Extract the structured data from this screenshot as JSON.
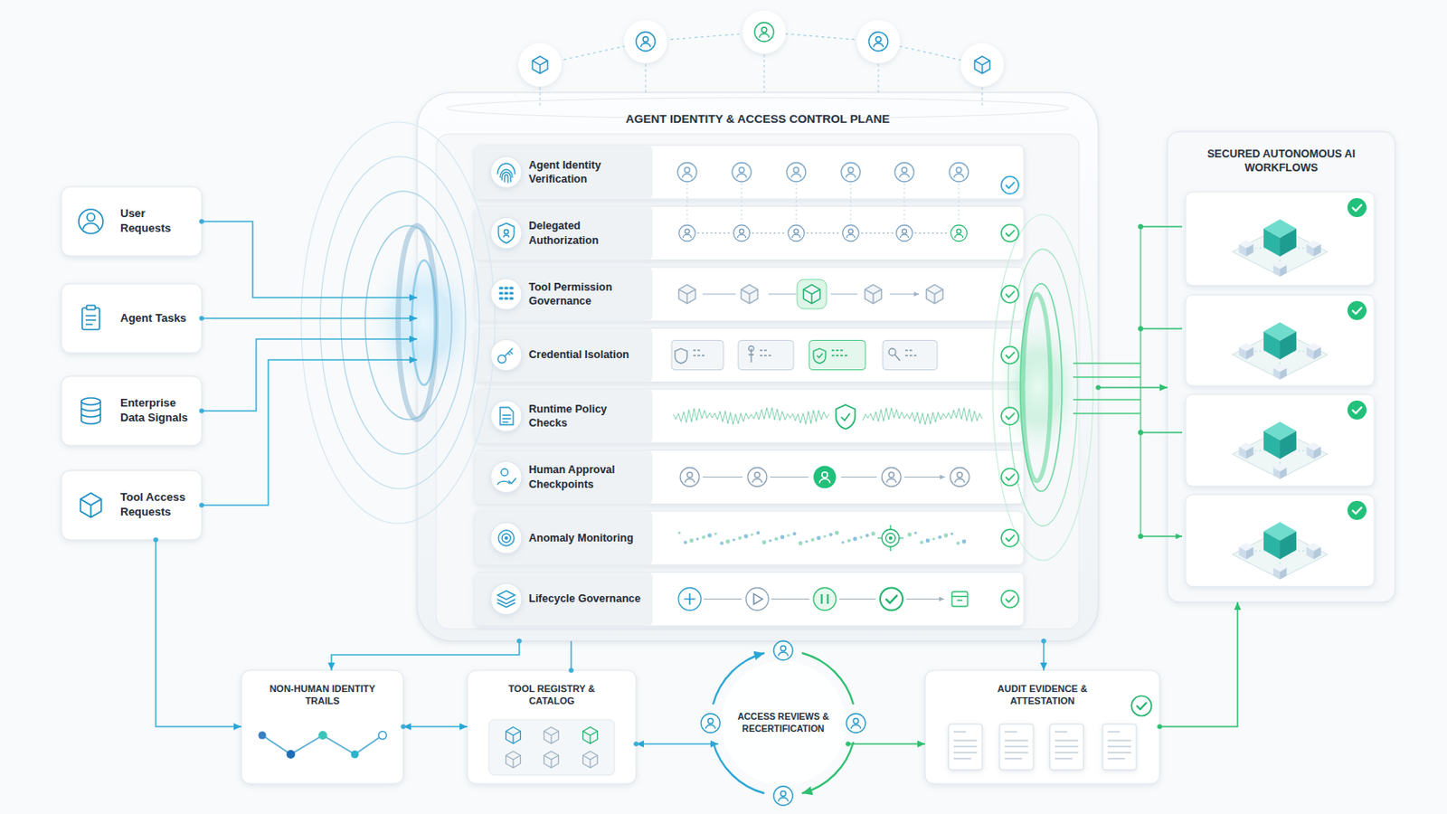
{
  "diagram": {
    "nodes": [
      {
        "text": [
          "User Requests"
        ]
      },
      {
        "text": [
          "Agent Tasks"
        ]
      },
      {
        "text": [
          "Enterprise Data Signals"
        ]
      },
      {
        "text": [
          "Tool Access Requests"
        ]
      },
      {
        "text": [
          "AGENT IDENTITY & ACCESS CONTROL PLANE"
        ]
      },
      {
        "text": [
          "Agent Identity Verification"
        ],
        "in": 4
      },
      {
        "text": [
          "Delegated Authorization"
        ],
        "in": 4
      },
      {
        "text": [
          "Tool Permission Governance"
        ],
        "in": 4
      },
      {
        "text": [
          "Credential Isolation"
        ],
        "in": 4
      },
      {
        "text": [
          "Runtime Policy Checks"
        ],
        "in": 4
      },
      {
        "text": [
          "Human Approval Checkpoints"
        ],
        "in": 4
      },
      {
        "text": [
          "Anomaly Monitoring"
        ],
        "in": 4
      },
      {
        "text": [
          "Lifecycle Governance"
        ],
        "in": 4
      },
      {
        "text": [
          "SECURED AUTONOMOUS AI WORKFLOWS"
        ]
      },
      {
        "text": [
          "NON-HUMAN IDENTITY TRAILS"
        ]
      },
      {
        "text": [
          "TOOL REGISTRY & CATALOG"
        ]
      },
      {
        "text": [
          "ACCESS REVIEWS & RECERTIFICATION"
        ]
      },
      {
        "text": [
          "AUDIT EVIDENCE & ATTESTATION"
        ]
      }
    ],
    "edges": [
      {
        "from": 0,
        "to": 4,
        "arrow": "to"
      },
      {
        "from": 1,
        "to": 4,
        "arrow": "to"
      },
      {
        "from": 2,
        "to": 4,
        "arrow": "to"
      },
      {
        "from": 3,
        "to": 4,
        "arrow": "to"
      },
      {
        "from": 4,
        "to": 13,
        "arrow": "to"
      },
      {
        "from": 3,
        "to": 14,
        "arrow": "to"
      },
      {
        "from": 4,
        "to": 14,
        "arrow": "to"
      },
      {
        "from": 15,
        "to": 4,
        "arrow": "none"
      },
      {
        "from": 14,
        "to": 15,
        "arrow": "both"
      },
      {
        "from": 15,
        "to": 16,
        "arrow": "both"
      },
      {
        "from": 16,
        "to": 17,
        "arrow": "to"
      },
      {
        "from": 17,
        "to": 13,
        "arrow": "to"
      },
      {
        "from": 4,
        "to": 17,
        "arrow": "to"
      }
    ]
  }
}
